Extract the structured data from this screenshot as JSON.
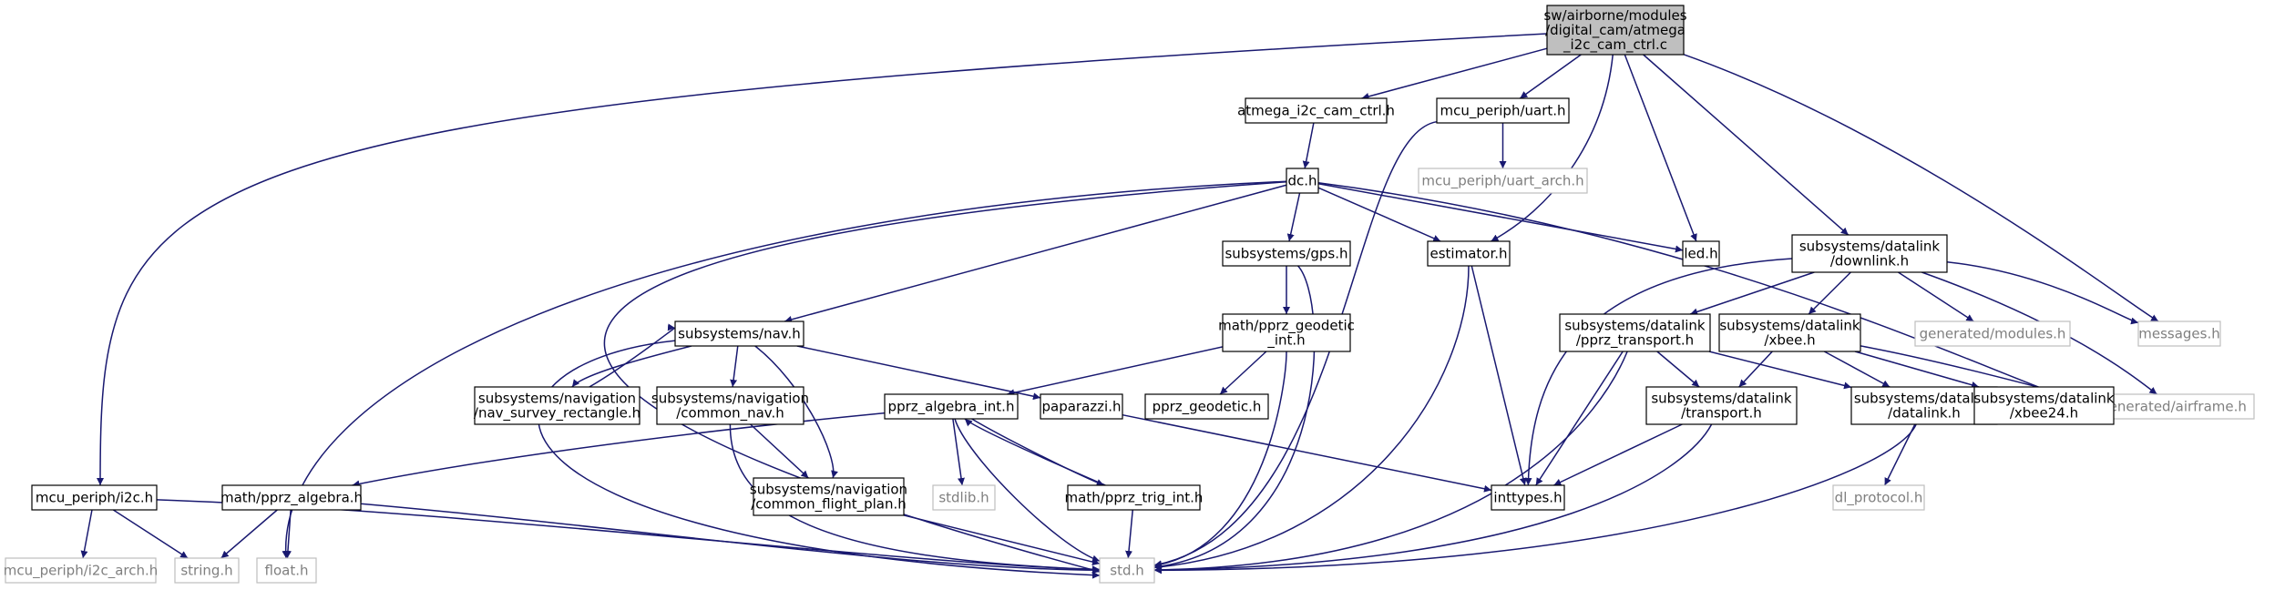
{
  "colors": {
    "edge": "#191970",
    "root_fill": "#bfbfbf",
    "node_border": "#000000",
    "external_border": "#bfbfbf",
    "external_text": "#7f7f7f"
  },
  "nodes": [
    {
      "id": "root",
      "lines": [
        "sw/airborne/modules",
        "/digital_cam/atmega",
        "_i2c_cam_ctrl.c"
      ],
      "kind": "root"
    },
    {
      "id": "atmega",
      "lines": [
        "atmega_i2c_cam_ctrl.h"
      ],
      "kind": "internal"
    },
    {
      "id": "uart",
      "lines": [
        "mcu_periph/uart.h"
      ],
      "kind": "internal"
    },
    {
      "id": "uart_arch",
      "lines": [
        "mcu_periph/uart_arch.h"
      ],
      "kind": "external"
    },
    {
      "id": "dc",
      "lines": [
        "dc.h"
      ],
      "kind": "internal"
    },
    {
      "id": "led",
      "lines": [
        "led.h"
      ],
      "kind": "internal"
    },
    {
      "id": "downlink",
      "lines": [
        "subsystems/datalink",
        "/downlink.h"
      ],
      "kind": "internal"
    },
    {
      "id": "messages",
      "lines": [
        "messages.h"
      ],
      "kind": "external"
    },
    {
      "id": "gps",
      "lines": [
        "subsystems/gps.h"
      ],
      "kind": "internal"
    },
    {
      "id": "estimator",
      "lines": [
        "estimator.h"
      ],
      "kind": "internal"
    },
    {
      "id": "nav",
      "lines": [
        "subsystems/nav.h"
      ],
      "kind": "internal"
    },
    {
      "id": "geodetic_int",
      "lines": [
        "math/pprz_geodetic",
        "_int.h"
      ],
      "kind": "internal"
    },
    {
      "id": "pprz_transport",
      "lines": [
        "subsystems/datalink",
        "/pprz_transport.h"
      ],
      "kind": "internal"
    },
    {
      "id": "xbee",
      "lines": [
        "subsystems/datalink",
        "/xbee.h"
      ],
      "kind": "internal"
    },
    {
      "id": "gen_modules",
      "lines": [
        "generated/modules.h"
      ],
      "kind": "external"
    },
    {
      "id": "gen_airframe",
      "lines": [
        "generated/airframe.h"
      ],
      "kind": "external"
    },
    {
      "id": "nav_survey",
      "lines": [
        "subsystems/navigation",
        "/nav_survey_rectangle.h"
      ],
      "kind": "internal"
    },
    {
      "id": "common_nav",
      "lines": [
        "subsystems/navigation",
        "/common_nav.h"
      ],
      "kind": "internal"
    },
    {
      "id": "paparazzi",
      "lines": [
        "paparazzi.h"
      ],
      "kind": "internal"
    },
    {
      "id": "algebra_int",
      "lines": [
        "pprz_algebra_int.h"
      ],
      "kind": "internal"
    },
    {
      "id": "pprz_geodetic",
      "lines": [
        "pprz_geodetic.h"
      ],
      "kind": "internal"
    },
    {
      "id": "transport",
      "lines": [
        "subsystems/datalink",
        "/transport.h"
      ],
      "kind": "internal"
    },
    {
      "id": "datalink",
      "lines": [
        "subsystems/datalink",
        "/datalink.h"
      ],
      "kind": "internal"
    },
    {
      "id": "xbee24",
      "lines": [
        "subsystems/datalink",
        "/xbee24.h"
      ],
      "kind": "internal"
    },
    {
      "id": "i2c",
      "lines": [
        "mcu_periph/i2c.h"
      ],
      "kind": "internal"
    },
    {
      "id": "algebra",
      "lines": [
        "math/pprz_algebra.h"
      ],
      "kind": "internal"
    },
    {
      "id": "common_fp",
      "lines": [
        "subsystems/navigation",
        "/common_flight_plan.h"
      ],
      "kind": "internal"
    },
    {
      "id": "stdlib",
      "lines": [
        "stdlib.h"
      ],
      "kind": "external"
    },
    {
      "id": "trig_int",
      "lines": [
        "math/pprz_trig_int.h"
      ],
      "kind": "internal"
    },
    {
      "id": "inttypes",
      "lines": [
        "inttypes.h"
      ],
      "kind": "internal"
    },
    {
      "id": "dl_protocol",
      "lines": [
        "dl_protocol.h"
      ],
      "kind": "external"
    },
    {
      "id": "i2c_arch",
      "lines": [
        "mcu_periph/i2c_arch.h"
      ],
      "kind": "external"
    },
    {
      "id": "string",
      "lines": [
        "string.h"
      ],
      "kind": "external"
    },
    {
      "id": "float",
      "lines": [
        "float.h"
      ],
      "kind": "external"
    },
    {
      "id": "std",
      "lines": [
        "std.h"
      ],
      "kind": "external"
    }
  ],
  "edges": [
    [
      "root",
      "atmega"
    ],
    [
      "root",
      "uart"
    ],
    [
      "root",
      "estimator"
    ],
    [
      "root",
      "led"
    ],
    [
      "root",
      "downlink"
    ],
    [
      "root",
      "messages"
    ],
    [
      "root",
      "i2c"
    ],
    [
      "atmega",
      "dc"
    ],
    [
      "uart",
      "uart_arch"
    ],
    [
      "uart",
      "std"
    ],
    [
      "dc",
      "led"
    ],
    [
      "dc",
      "gps"
    ],
    [
      "dc",
      "estimator"
    ],
    [
      "dc",
      "nav"
    ],
    [
      "dc",
      "std"
    ],
    [
      "dc",
      "float"
    ],
    [
      "dc",
      "gen_airframe"
    ],
    [
      "gps",
      "geodetic_int"
    ],
    [
      "gps",
      "std"
    ],
    [
      "estimator",
      "inttypes"
    ],
    [
      "estimator",
      "std"
    ],
    [
      "downlink",
      "pprz_transport"
    ],
    [
      "downlink",
      "xbee"
    ],
    [
      "downlink",
      "gen_modules"
    ],
    [
      "downlink",
      "messages"
    ],
    [
      "downlink",
      "gen_airframe"
    ],
    [
      "downlink",
      "inttypes"
    ],
    [
      "nav",
      "nav_survey"
    ],
    [
      "nav",
      "common_nav"
    ],
    [
      "nav",
      "common_fp"
    ],
    [
      "nav",
      "paparazzi"
    ],
    [
      "nav",
      "std"
    ],
    [
      "nav_survey",
      "nav"
    ],
    [
      "geodetic_int",
      "algebra_int"
    ],
    [
      "geodetic_int",
      "pprz_geodetic"
    ],
    [
      "geodetic_int",
      "std"
    ],
    [
      "pprz_transport",
      "transport"
    ],
    [
      "pprz_transport",
      "datalink"
    ],
    [
      "pprz_transport",
      "inttypes"
    ],
    [
      "pprz_transport",
      "std"
    ],
    [
      "xbee",
      "transport"
    ],
    [
      "xbee",
      "datalink"
    ],
    [
      "xbee",
      "xbee24"
    ],
    [
      "xbee",
      "gen_airframe"
    ],
    [
      "common_nav",
      "common_fp"
    ],
    [
      "common_nav",
      "std"
    ],
    [
      "paparazzi",
      "inttypes"
    ],
    [
      "algebra_int",
      "algebra"
    ],
    [
      "algebra_int",
      "stdlib"
    ],
    [
      "algebra_int",
      "trig_int"
    ],
    [
      "algebra_int",
      "std"
    ],
    [
      "trig_int",
      "algebra_int"
    ],
    [
      "trig_int",
      "std"
    ],
    [
      "transport",
      "inttypes"
    ],
    [
      "transport",
      "std"
    ],
    [
      "datalink",
      "dl_protocol"
    ],
    [
      "datalink",
      "std"
    ],
    [
      "i2c",
      "i2c_arch"
    ],
    [
      "i2c",
      "string"
    ],
    [
      "i2c",
      "std"
    ],
    [
      "algebra",
      "string"
    ],
    [
      "algebra",
      "float"
    ],
    [
      "algebra",
      "std"
    ],
    [
      "common_fp",
      "std"
    ]
  ]
}
